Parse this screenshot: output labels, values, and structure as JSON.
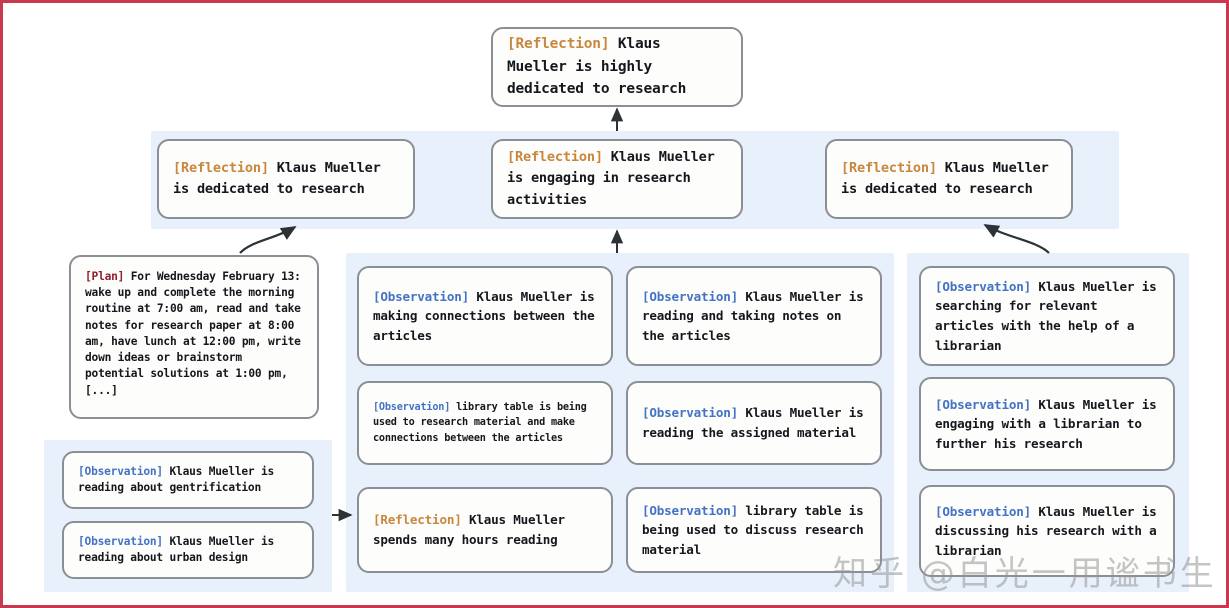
{
  "theme": {
    "frame_border_color": "#c8394f",
    "panel_bg_color": "#e8f0fb",
    "node_bg_color": "#fdfdfb",
    "node_border_color": "#8a8f96",
    "reflection_tag_color": "#c8873e",
    "observation_tag_color": "#4472c4",
    "plan_tag_color": "#8d2130",
    "arrow_color": "#2d3237"
  },
  "tags": {
    "reflection": "[Reflection]",
    "observation": "[Observation]",
    "plan": "[Plan]"
  },
  "top": {
    "node": {
      "tag": "[Reflection]",
      "text": " Klaus Mueller is highly dedicated to research"
    }
  },
  "reflection_row": [
    {
      "tag": "[Reflection]",
      "text": " Klaus Mueller is dedicated to research"
    },
    {
      "tag": "[Reflection]",
      "text": " Klaus Mueller is engaging in research activities"
    },
    {
      "tag": "[Reflection]",
      "text": " Klaus Mueller is dedicated to research"
    }
  ],
  "plan_node": {
    "tag": "[Plan]",
    "text": " For Wednesday February 13: wake up and complete the morning routine at 7:00 am, read and take notes for research paper at 8:00 am, have lunch at 12:00 pm, write down ideas or brainstorm potential solutions at 1:00 pm, [...]"
  },
  "left_observations": [
    {
      "tag": "[Observation]",
      "text": " Klaus Mueller is reading about gentrification"
    },
    {
      "tag": "[Observation]",
      "text": " Klaus Mueller is reading about urban design"
    }
  ],
  "column_two": [
    {
      "tag": "[Observation]",
      "text": " Klaus Mueller is making connections between the articles"
    },
    {
      "tag": "[Observation]",
      "text": " library table is being used to research material and make connections between the articles"
    },
    {
      "tag": "[Reflection]",
      "text": " Klaus Mueller spends many hours reading"
    }
  ],
  "column_three": [
    {
      "tag": "[Observation]",
      "text": " Klaus Mueller is reading and taking notes on the articles"
    },
    {
      "tag": "[Observation]",
      "text": " Klaus Mueller is reading the assigned material"
    },
    {
      "tag": "[Observation]",
      "text": " library table is being used to discuss research material"
    }
  ],
  "column_four": [
    {
      "tag": "[Observation]",
      "text": " Klaus Mueller is searching for relevant articles with the help of a librarian"
    },
    {
      "tag": "[Observation]",
      "text": " Klaus Mueller is engaging with a librarian to further his research"
    },
    {
      "tag": "[Observation]",
      "text": " Klaus Mueller is discussing his research with a librarian"
    }
  ],
  "watermark": {
    "text": "知乎 @白光一用谧书生"
  }
}
